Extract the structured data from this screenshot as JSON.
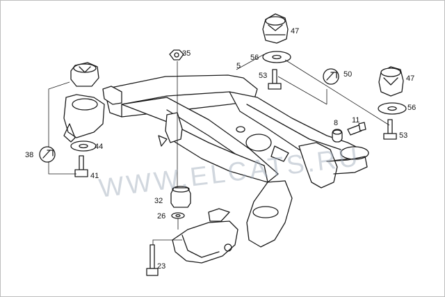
{
  "watermark": "WWW.ELCATS.RU",
  "callouts": [
    {
      "id": "c47a",
      "label": "47"
    },
    {
      "id": "c35",
      "label": "35"
    },
    {
      "id": "c5",
      "label": "5"
    },
    {
      "id": "c56a",
      "label": "56"
    },
    {
      "id": "c53a",
      "label": "53"
    },
    {
      "id": "c50",
      "label": "50"
    },
    {
      "id": "c47b",
      "label": "47"
    },
    {
      "id": "c56b",
      "label": "56"
    },
    {
      "id": "c8",
      "label": "8"
    },
    {
      "id": "c11",
      "label": "11"
    },
    {
      "id": "c53b",
      "label": "53"
    },
    {
      "id": "c38",
      "label": "38"
    },
    {
      "id": "c44",
      "label": "44"
    },
    {
      "id": "c41",
      "label": "41"
    },
    {
      "id": "c32",
      "label": "32"
    },
    {
      "id": "c26",
      "label": "26"
    },
    {
      "id": "c23",
      "label": "23"
    }
  ]
}
